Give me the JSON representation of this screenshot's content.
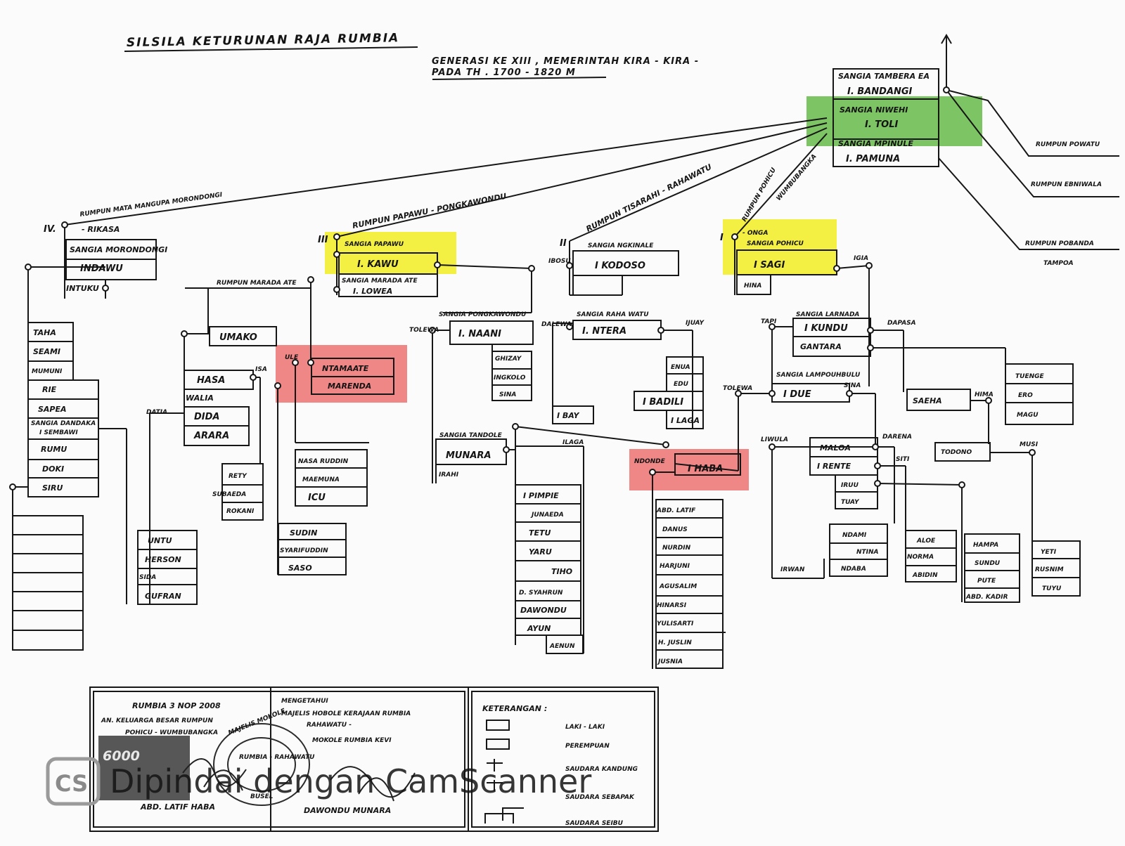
{
  "title": "SILSILA KETURUNAN RAJA RUMBIA",
  "generation": {
    "line1": "GENERASI KE XIII , MEMERINTAH KIRA - KIRA -",
    "line2": "PADA TH . 1700 - 1820 M"
  },
  "top_box": {
    "r1": "SANGIA TAMBERA EA",
    "r2": "I. BANDANGI",
    "r3": "SANGIA NIWEHI",
    "r4": "I. TOLI",
    "r5": "SANGIA MPINULE",
    "r6": "I. PAMUNA"
  },
  "right_branches": {
    "b1": "RUMPUN POWATU",
    "b2": "RUMPUN EBNIWALA",
    "b3": "RUMPUN POBANDA",
    "b3b": "TAMPOA"
  },
  "branch_labels": {
    "mata": "RUMPUN MATA MANGUPA MORONDONGI",
    "papawu": "RUMPUN PAPAWU - PONGKAWONDU",
    "tisarahi": "RUMPUN TISARAHI - RAHAWATU",
    "pohicu": "RUMPUN POHICU",
    "wumbubangka": "WUMBUBANGKA",
    "maradaate": "RUMPUN MARADA ATE"
  },
  "roman": {
    "iv": "IV.",
    "iii": "III",
    "ii": "II",
    "i": "I"
  },
  "b4": {
    "rikasa": "- RIKASA",
    "sangia": "SANGIA MORONDONGI",
    "name": "INDAWU",
    "intuku": "INTUKU"
  },
  "b4_children": [
    "TAHA",
    "SEAMI",
    "MUMUNI",
    "RIE",
    "SAPEA",
    "SANGIA DANDAKA",
    "I SEMBAWI",
    "RUMU",
    "DOKI",
    "SIRU"
  ],
  "b3": {
    "sangia": "SANGIA PAPAWU",
    "name": "I. KAWU",
    "sangia2": "SANGIA MARADA ATE",
    "name2": "I. LOWEA"
  },
  "umako": {
    "name": "UMAKO",
    "isa": "ISA",
    "datia": "DATIA"
  },
  "umako_children": [
    "HASA",
    "WALIA",
    "DIDA",
    "ARARA"
  ],
  "dida_children": [
    "RETY",
    "SUBAEDA",
    "ROKANI"
  ],
  "datia_children": [
    "UNTU",
    "HERSON",
    "SIDA",
    "GUFRAN"
  ],
  "ntamaate": {
    "ule": "ULE",
    "r1": "NTAMAATE",
    "r2": "MARENDA"
  },
  "nasaruddin_group": [
    "NASA RUDDIN",
    "MAEMUNA",
    "ICU"
  ],
  "sudin_group": [
    "SUDIN",
    "SYARIFUDDIN",
    "SASO"
  ],
  "b2": {
    "ibosu": "IBOSU",
    "sangia": "SANGIA NGKINALE",
    "name": "I KODOSO"
  },
  "pongka": {
    "sangia": "SANGIA PONGKAWONDU",
    "tolewa": "TOLEWA",
    "name": "I. NAANI"
  },
  "naani_children": [
    "GHIZAY",
    "INGKOLO",
    "SINA"
  ],
  "tandole": {
    "sangia": "SANGIA TANDOLE",
    "name": "MUNARA",
    "irahi": "IRAHI",
    "ilaga": "ILAGA"
  },
  "munara_children": [
    "I PIMPIE",
    "JUNAEDA",
    "TETU",
    "YARU",
    "TIHO",
    "D. SYAHRUN",
    "DAWONDU",
    "AYUN",
    "AENUN"
  ],
  "rahawatu": {
    "sangia": "SANGIA RAHA WATU",
    "dalewa": "DALEWA",
    "name": "I. NTERA",
    "ijuay": "IJUAY"
  },
  "ntera_children": [
    "ENUA",
    "EDU",
    "I BADILI",
    "I LAGA"
  ],
  "ibay": "I BAY",
  "haba": {
    "ndonde": "NDONDE",
    "name": "I HABA"
  },
  "haba_children": [
    "ABD. LATIF",
    "DANUS",
    "NURDIN",
    "HARJUNI",
    "AGUSALIM",
    "HINARSI",
    "YULISARTI",
    "H. JUSLIN",
    "JUSNIA"
  ],
  "b1": {
    "onga": "- ONGA",
    "sangia": "SANGIA POHICU",
    "name": "I SAGI",
    "hina": "HINA",
    "igia": "IGIA"
  },
  "larnada": {
    "sangia": "SANGIA LARNADA",
    "tapi": "TAPI",
    "dapasa": "DAPASA",
    "r1": "I KUNDU",
    "r2": "GANTARA"
  },
  "tuenge_group": [
    "TUENGE",
    "ERO",
    "MAGU"
  ],
  "lampo": {
    "sangia": "SANGIA LAMPOUHBULU",
    "toleua": "TOLEWA",
    "name": "I DUE",
    "sina": "SINA"
  },
  "saeha": {
    "name": "SAEHA",
    "hima": "HIMA",
    "todono": "TODONO",
    "musi": "MUSI"
  },
  "malo": {
    "liwula": "LIWULA",
    "darena": "DARENA",
    "siti": "SITI",
    "r1": "MALOA",
    "r2": "I RENTE",
    "r3": "IRUU",
    "r4": "TUAY"
  },
  "irwan": "IRWAN",
  "ndami_group": [
    "NDAMI",
    "NTINA",
    "NDABA"
  ],
  "aloe_group": [
    "ALOE",
    "NORMA",
    "ABIDIN"
  ],
  "hampa_group": [
    "HAMPA",
    "SUNDU",
    "PUTE",
    "ABD. KADIR"
  ],
  "yeti_group": [
    "YETI",
    "RUSNIM",
    "TUYU"
  ],
  "footer": {
    "date": "RUMBIA 3 NOP 2008",
    "an": "AN. KELUARGA BESAR RUMPUN",
    "an2": "POHICU - WUMBUBANGKA",
    "signer1": "ABD. LATIF HABA",
    "mengetahui": "MENGETAHUI",
    "majelis": "MAJELIS HOBOLE KERAJAAN RUMBIA",
    "majelis2": "RAHAWATU -",
    "mokole": "MOKOLE RUMBIA KEVI",
    "signer2": "DAWONDU MUNARA",
    "stamp_value": "6000",
    "seal_top": "MAJELIS MOKOLE",
    "seal_mid": "RUMBIA - RAHAWATU",
    "seal_bottom": "BUSEL"
  },
  "legend": {
    "title": "KETERANGAN :",
    "items": [
      "LAKI - LAKI",
      "PEREMPUAN",
      "SAUDARA KANDUNG",
      "SAUDARA SEBAPAK",
      "SAUDARA SEIBU"
    ]
  },
  "watermark": {
    "icon": "CS",
    "text": "Dipindai dengan CamScanner"
  },
  "colors": {
    "green": "#4caf2a",
    "yellow": "#f2ec10",
    "red": "#ec5a5a"
  }
}
